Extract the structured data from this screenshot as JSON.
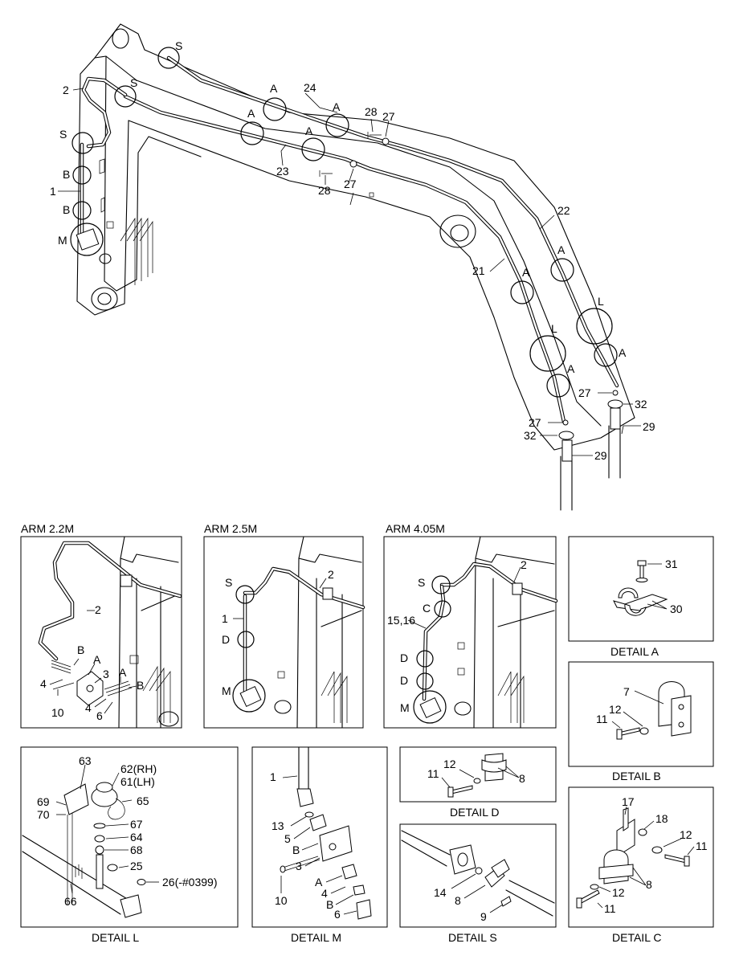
{
  "main_labels": {
    "S1": "S",
    "S2": "S",
    "S3": "S",
    "p2": "2",
    "p1": "1",
    "B1": "B",
    "B2": "B",
    "M": "M",
    "A1": "A",
    "A2": "A",
    "A3": "A",
    "A4": "A",
    "A5": "A",
    "A6": "A",
    "A7": "A",
    "A8": "A",
    "p24": "24",
    "p23": "23",
    "p28a": "28",
    "p27a": "27",
    "p28b": "28",
    "p27b": "27",
    "p22": "22",
    "p21": "21",
    "L1": "L",
    "L2": "L",
    "p27c": "27",
    "p32a": "32",
    "p29a": "29",
    "p27d": "27",
    "p32b": "32",
    "p29b": "29"
  },
  "panels": {
    "arm22": {
      "caption": "ARM 2.2M",
      "labels": {
        "p2": "2",
        "B1": "B",
        "A1": "A",
        "p3": "3",
        "p4a": "4",
        "p10": "10",
        "A2": "A",
        "B2": "B",
        "p4b": "4",
        "p6": "6"
      }
    },
    "arm25": {
      "caption": "ARM 2.5M",
      "labels": {
        "S": "S",
        "p2": "2",
        "p1": "1",
        "D": "D",
        "M": "M"
      }
    },
    "arm405": {
      "caption": "ARM 4.05M",
      "labels": {
        "S": "S",
        "p2": "2",
        "C": "C",
        "p1516": "15,16",
        "D1": "D",
        "D2": "D",
        "M": "M"
      }
    },
    "detailA": {
      "caption": "DETAIL  A",
      "labels": {
        "p31": "31",
        "p30": "30"
      }
    },
    "detailB": {
      "caption": "DETAIL  B",
      "labels": {
        "p7": "7",
        "p12": "12",
        "p11": "11"
      }
    },
    "detailL": {
      "caption": "DETAIL  L",
      "labels": {
        "p63": "63",
        "p62": "62(RH)",
        "p61": "61(LH)",
        "p65": "65",
        "p69": "69",
        "p70": "70",
        "p67": "67",
        "p64": "64",
        "p68": "68",
        "p25": "25",
        "p26": "26(-#0399)",
        "p66": "66"
      }
    },
    "detailM": {
      "caption": "DETAIL  M",
      "labels": {
        "p1": "1",
        "p13": "13",
        "p5": "5",
        "B1": "B",
        "p3": "3",
        "A": "A",
        "p4": "4",
        "p10": "10",
        "B2": "B",
        "p6": "6"
      }
    },
    "detailD": {
      "caption": "DETAIL  D",
      "labels": {
        "p12": "12",
        "p11": "11",
        "p8": "8"
      }
    },
    "detailS": {
      "caption": "DETAIL  S",
      "labels": {
        "p14": "14",
        "p8": "8",
        "p9": "9"
      }
    },
    "detailC": {
      "caption": "DETAIL  C",
      "labels": {
        "p17": "17",
        "p18": "18",
        "p12a": "12",
        "p11a": "11",
        "p8": "8",
        "p12b": "12",
        "p11b": "11"
      }
    }
  }
}
